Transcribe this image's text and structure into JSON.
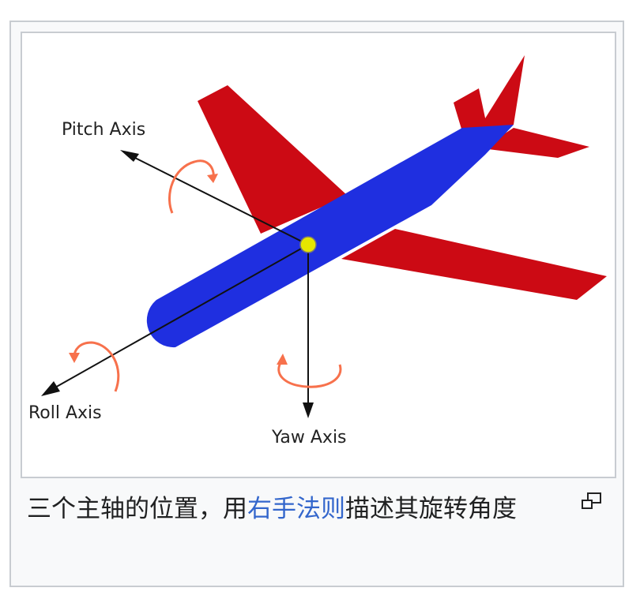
{
  "figure": {
    "labels": {
      "pitch_axis": "Pitch Axis",
      "roll_axis": "Roll Axis",
      "yaw_axis": "Yaw Axis"
    },
    "colors": {
      "fuselage": "#1f2fe0",
      "wings": "#cc0a14",
      "rotation_arrows": "#f7714c",
      "center_point": "#e6e600"
    }
  },
  "caption": {
    "text_before": "三个主轴的位置，用",
    "link_text": "右手法则",
    "text_after": "描述其旋转角度",
    "enlarge_icon": "enlarge-icon"
  }
}
